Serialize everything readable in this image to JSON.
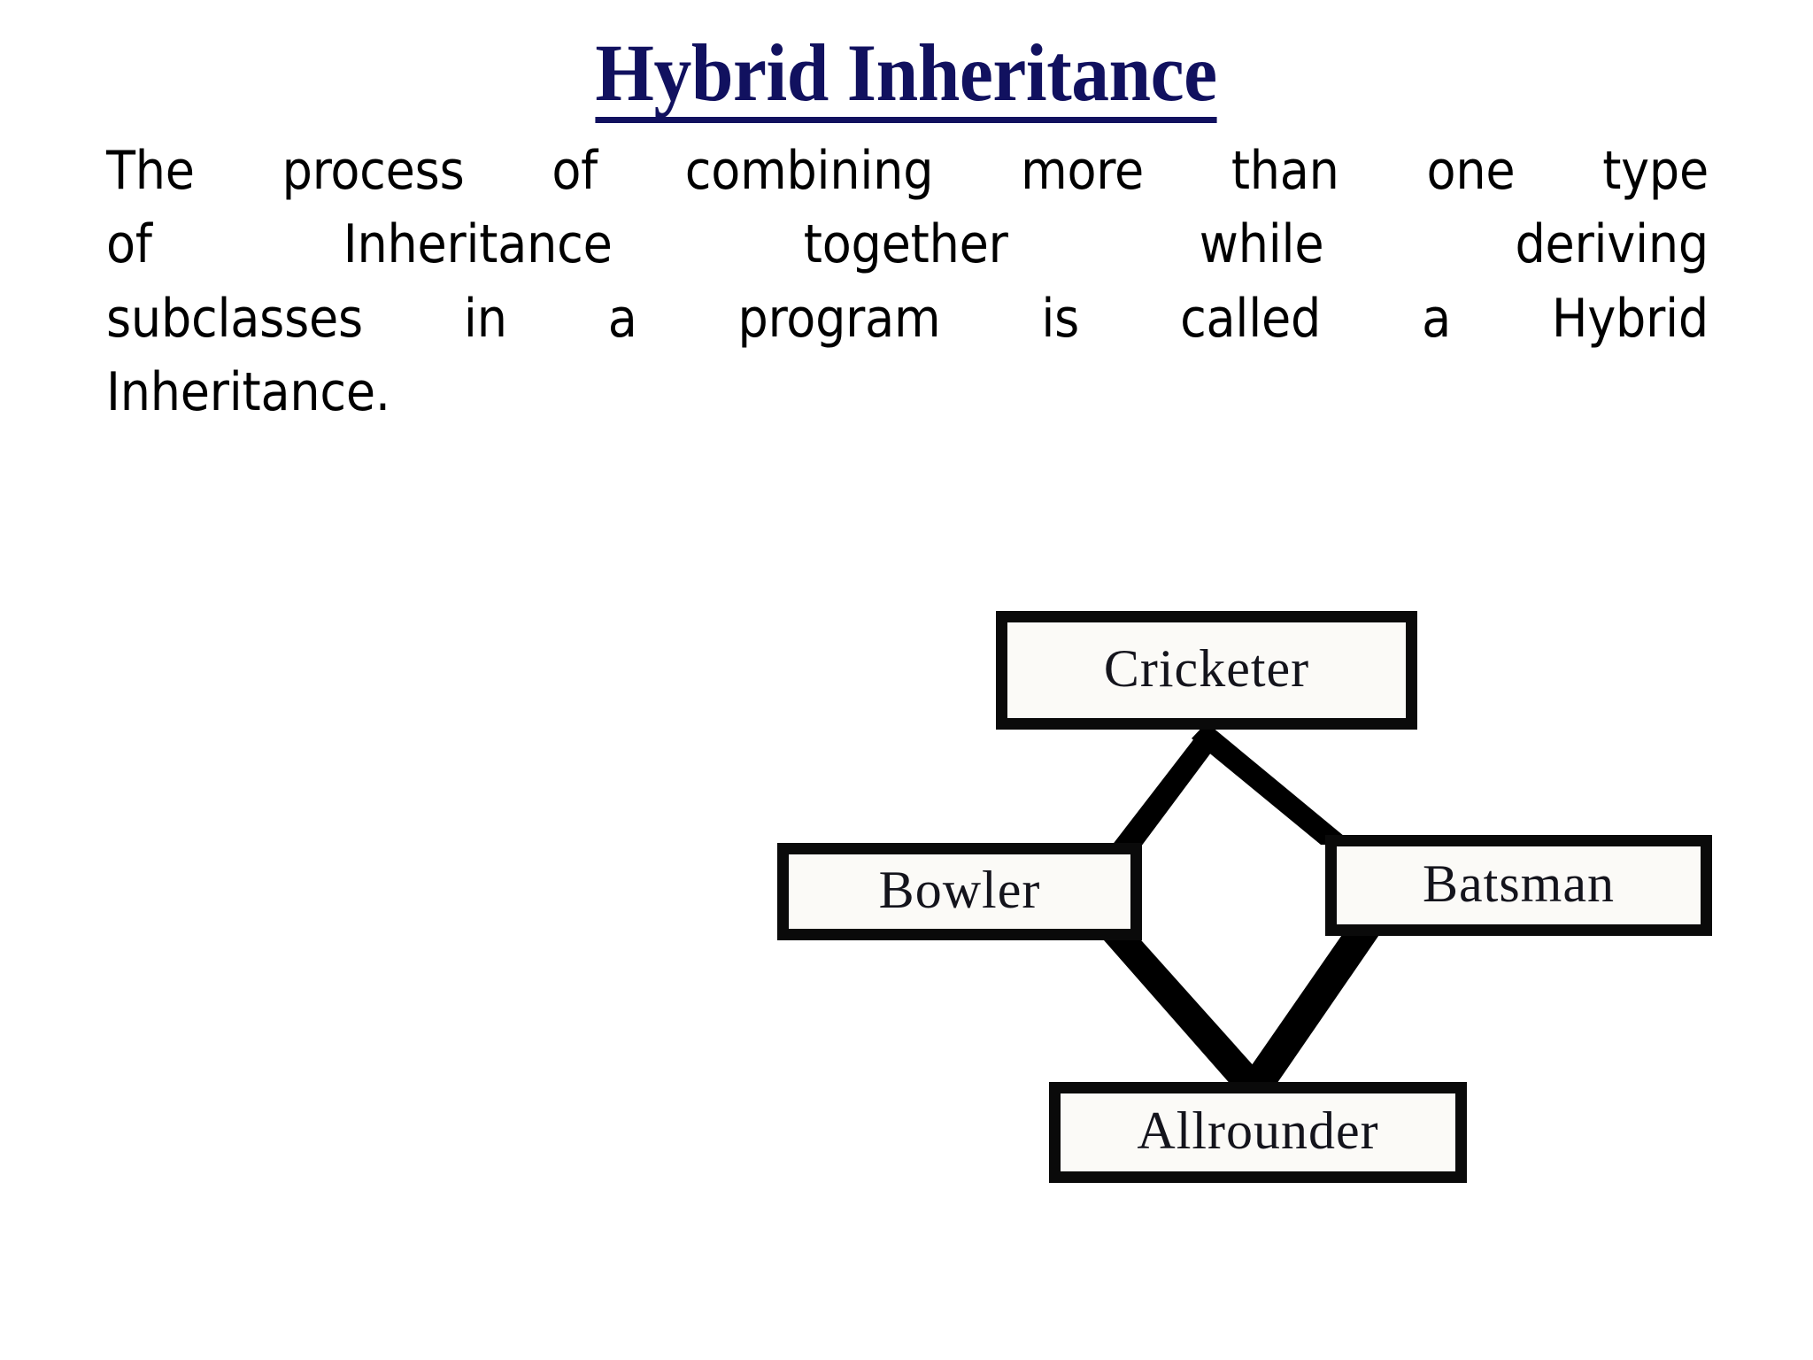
{
  "slide": {
    "background_color": "#ffffff",
    "title": "Hybrid Inheritance",
    "title_color": "#11115f"
  },
  "body": {
    "full_text": "The process of combining more than one type of Inheritance together while deriving subclasses in a program is called a Hybrid Inheritance.",
    "lines": [
      "The process of combining more than one type",
      "of Inheritance together while deriving",
      "subclasses in a program is called a Hybrid",
      "Inheritance."
    ]
  },
  "diagram": {
    "name": "hybrid-inheritance-diagram",
    "type": "class-hierarchy",
    "line_color": "#000000",
    "box_border_color": "#0a0a0a",
    "box_fill_color": "#fbfaf7",
    "nodes": [
      {
        "id": "cricketer",
        "label": "Cricketer",
        "level": 0
      },
      {
        "id": "bowler",
        "label": "Bowler",
        "level": 1
      },
      {
        "id": "batsman",
        "label": "Batsman",
        "level": 1
      },
      {
        "id": "allrounder",
        "label": "Allrounder",
        "level": 2
      }
    ],
    "edges": [
      {
        "from": "cricketer",
        "to": "bowler"
      },
      {
        "from": "cricketer",
        "to": "batsman"
      },
      {
        "from": "bowler",
        "to": "allrounder"
      },
      {
        "from": "batsman",
        "to": "allrounder"
      }
    ]
  }
}
